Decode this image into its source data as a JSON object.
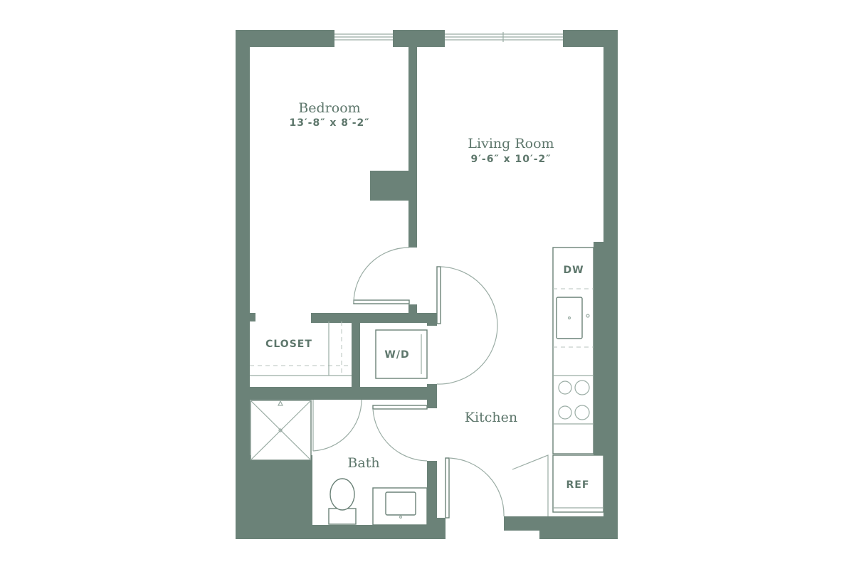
{
  "rooms": {
    "bedroom": {
      "name": "Bedroom",
      "dimensions": "13′-8″ x 8′-2″"
    },
    "living": {
      "name": "Living Room",
      "dimensions": "9′-6″ x 10′-2″"
    },
    "kitchen": {
      "name": "Kitchen"
    },
    "bath": {
      "name": "Bath"
    },
    "closet": {
      "name": "CLOSET"
    }
  },
  "fixtures": {
    "washer_dryer": "W/D",
    "dishwasher": "DW",
    "refrigerator": "REF"
  },
  "colors": {
    "wall": "#6b8278",
    "text": "#5e776c",
    "background": "#ffffff"
  }
}
